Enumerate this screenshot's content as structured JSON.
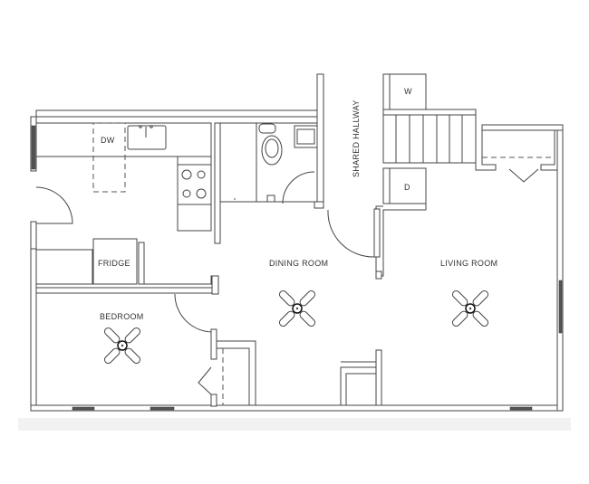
{
  "floor_plan": {
    "rooms": {
      "dining_room": "DINING ROOM",
      "living_room": "LIVING ROOM",
      "bedroom": "BEDROOM",
      "shared_hallway": "SHARED HALLWAY"
    },
    "fixtures": {
      "dishwasher": "DW",
      "fridge": "FRIDGE",
      "washer": "W",
      "dryer": "D"
    },
    "colors": {
      "wall": "#444444",
      "window": "#555555",
      "background": "#ffffff"
    }
  }
}
